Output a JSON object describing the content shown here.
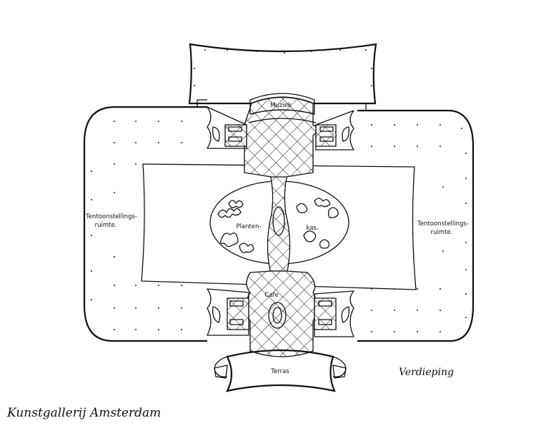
{
  "plan": {
    "caption_title": "Kunstgallerij Amsterdam",
    "caption_floor": "Verdieping",
    "rooms": {
      "music": "Muziek",
      "exhibition_left": [
        "Tentoonstellings-",
        "ruimte."
      ],
      "exhibition_right": [
        "Tentoonstellings-",
        "ruimte."
      ],
      "greenhouse_left": "Planten-",
      "greenhouse_right": "kas.",
      "cafe": "Cafe",
      "terrace": "Terras"
    }
  }
}
